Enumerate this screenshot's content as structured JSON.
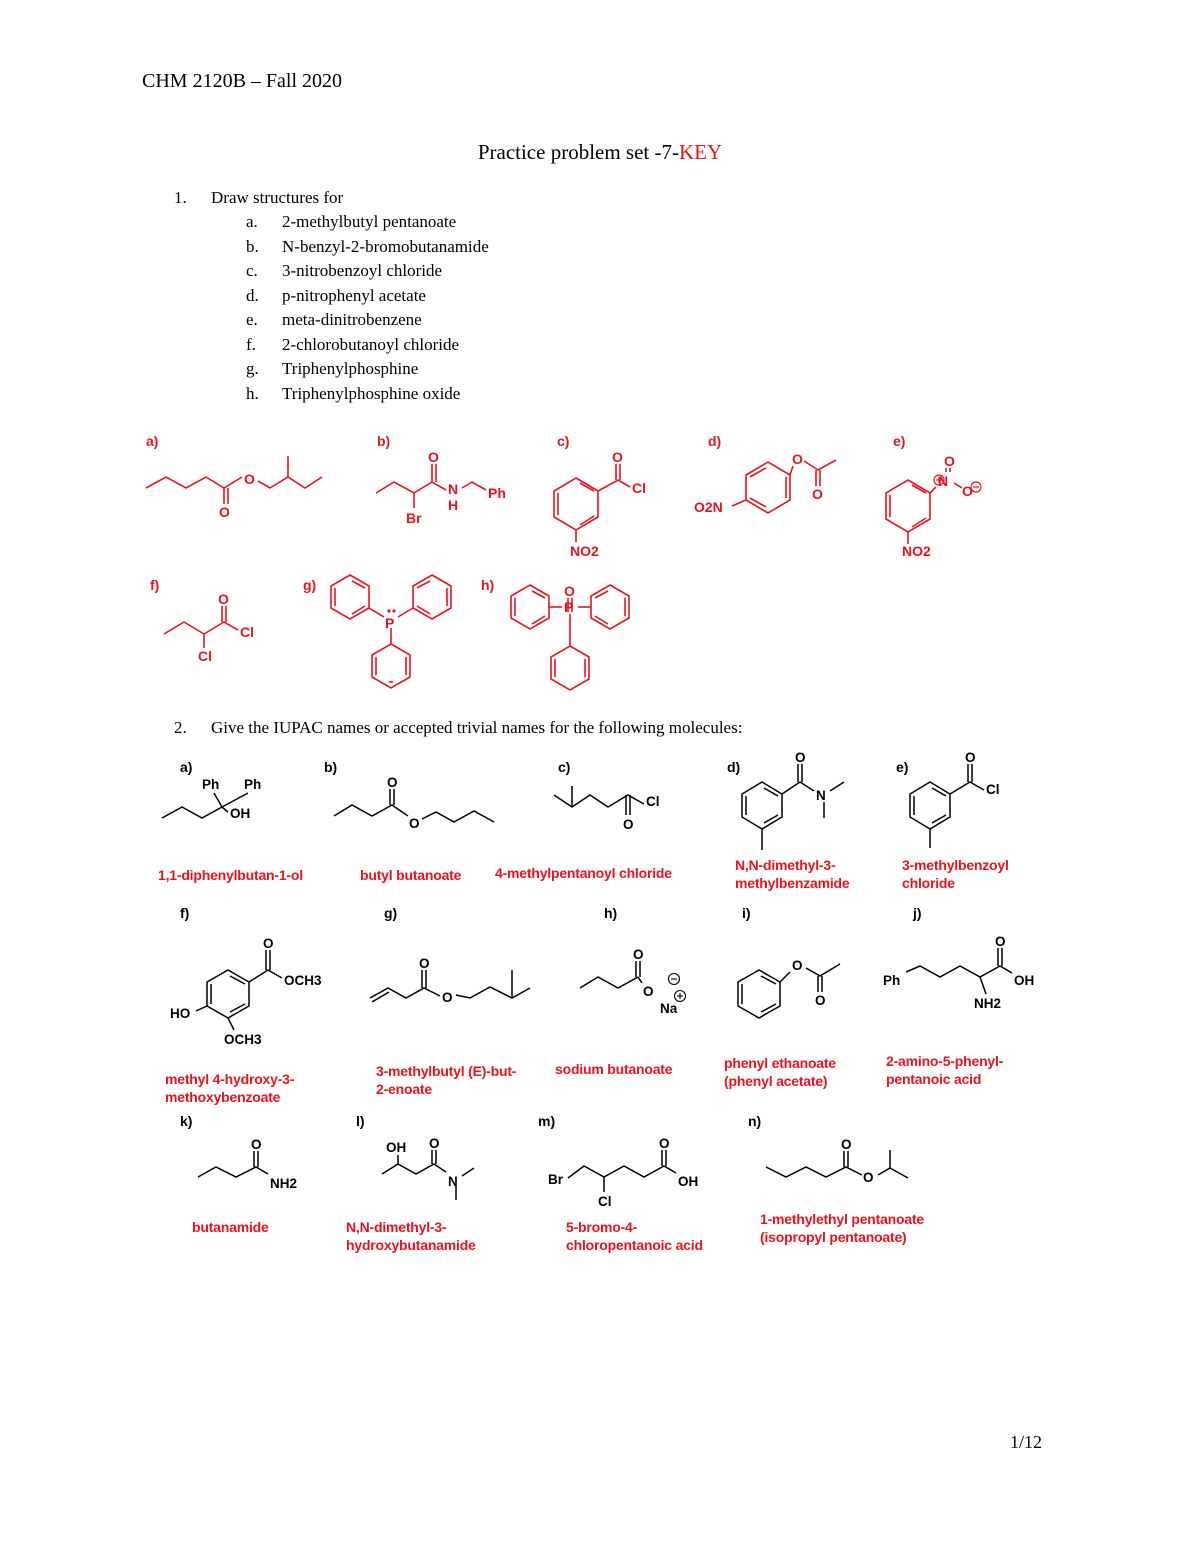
{
  "header": "CHM 2120B – Fall 2020",
  "title": {
    "main": "Practice problem set -7-",
    "key": "KEY"
  },
  "q1": {
    "number": "1.",
    "text": "Draw structures for",
    "items": [
      {
        "letter": "a.",
        "text": "2-methylbutyl pentanoate"
      },
      {
        "letter": "b.",
        "text": "N-benzyl-2-bromobutanamide"
      },
      {
        "letter": "c.",
        "text": "3-nitrobenzoyl chloride"
      },
      {
        "letter": "d.",
        "text": "p-nitrophenyl acetate"
      },
      {
        "letter": "e.",
        "text": "meta-dinitrobenzene"
      },
      {
        "letter": "f.",
        "text": "2-chlorobutanoyl chloride"
      },
      {
        "letter": "g.",
        "text": "Triphenylphosphine"
      },
      {
        "letter": "h.",
        "text": "Triphenylphosphine oxide"
      }
    ],
    "struct_labels": [
      "a)",
      "b)",
      "c)",
      "d)",
      "e)",
      "f)",
      "g)",
      "h)"
    ]
  },
  "q2": {
    "number": "2.",
    "text": "Give the IUPAC names or accepted trivial names for the following molecules:",
    "labels": [
      "a)",
      "b)",
      "c)",
      "d)",
      "e)",
      "f)",
      "g)",
      "h)",
      "i)",
      "j)",
      "k)",
      "l)",
      "m)",
      "n)"
    ],
    "answers": [
      "1,1-diphenylbutan-1-ol",
      "butyl butanoate",
      "4-methylpentanoyl chloride",
      "N,N-dimethyl-3-methylbenzamide",
      "3-methylbenzoyl chloride",
      "methyl 4-hydroxy-3-methoxybenzoate",
      "3-methylbutyl (E)-but-2-enoate",
      "sodium butanoate",
      "phenyl ethanoate (phenyl acetate)",
      "2-amino-5-phenyl-pentanoic acid",
      "butanamide",
      "N,N-dimethyl-3-hydroxybutanamide",
      "5-bromo-4-chloropentanoic acid",
      "1-methylethyl pentanoate (isopropyl pentanoate)"
    ]
  },
  "atoms": {
    "O": "O",
    "N": "N",
    "H": "H",
    "Br": "Br",
    "Cl": "Cl",
    "Ph": "Ph",
    "OH": "OH",
    "NO2": "NO2",
    "O2N": "O2N",
    "P": "P",
    "Na": "Na",
    "NH2": "NH2",
    "OCH3": "OCH3",
    "HO": "HO"
  },
  "page_number": "1/12",
  "colors": {
    "answer_red": "#e8131b",
    "text": "#000000"
  }
}
